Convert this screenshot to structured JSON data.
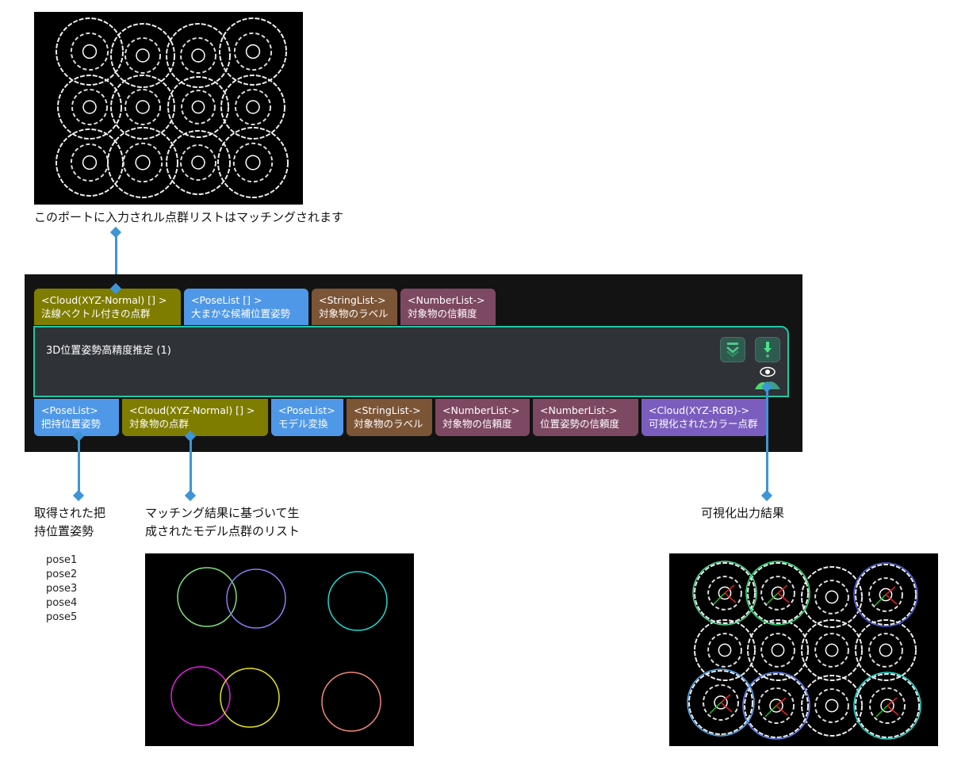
{
  "annotations": {
    "input_cloud": "このポートに入力されル点群リストはマッチングされます",
    "grasp_pose": [
      "取得された把",
      "持位置姿勢"
    ],
    "model_cloud": [
      "マッチング結果に基づいて生",
      "成されたモデル点群のリスト"
    ],
    "visual_output": "可視化出力結果"
  },
  "poses": [
    "pose1",
    "pose2",
    "pose3",
    "pose4",
    "pose5"
  ],
  "node": {
    "title": "3D位置姿勢高精度推定 (1)"
  },
  "inputs": [
    {
      "type": "<Cloud(XYZ-Normal) [] >",
      "label": "法線ベクトル付きの点群"
    },
    {
      "type": "<PoseList [] >",
      "label": "大まかな候補位置姿勢"
    },
    {
      "type": "<StringList->",
      "label": "対象物のラベル"
    },
    {
      "type": "<NumberList->",
      "label": "対象物の信頼度"
    }
  ],
  "outputs": [
    {
      "type": "<PoseList>",
      "label": "把持位置姿勢"
    },
    {
      "type": "<Cloud(XYZ-Normal) [] >",
      "label": "対象物の点群"
    },
    {
      "type": "<PoseList>",
      "label": "モデル変換"
    },
    {
      "type": "<StringList->",
      "label": "対象物のラベル"
    },
    {
      "type": "<NumberList->",
      "label": "対象物の信頼度"
    },
    {
      "type": "<NumberList->",
      "label": "位置姿勢の信頼度"
    },
    {
      "type": "<Cloud(XYZ-RGB)->",
      "label": "可視化されたカラー点群"
    }
  ],
  "colors": {
    "border": "#1ec8a8",
    "connector": "#3d95d5"
  }
}
